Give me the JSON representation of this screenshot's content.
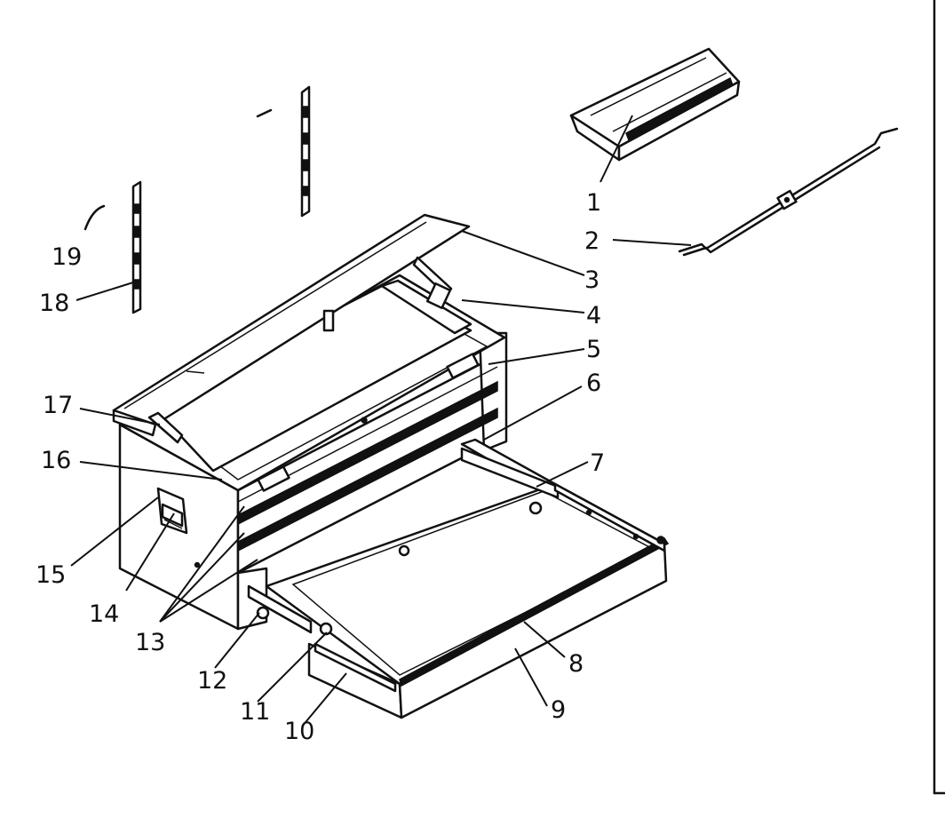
{
  "diagram": {
    "callouts": [
      {
        "id": "1",
        "label": "1"
      },
      {
        "id": "2",
        "label": "2"
      },
      {
        "id": "3",
        "label": "3"
      },
      {
        "id": "4",
        "label": "4"
      },
      {
        "id": "5",
        "label": "5"
      },
      {
        "id": "6",
        "label": "6"
      },
      {
        "id": "7",
        "label": "7"
      },
      {
        "id": "8",
        "label": "8"
      },
      {
        "id": "9",
        "label": "9"
      },
      {
        "id": "10",
        "label": "10"
      },
      {
        "id": "11",
        "label": "11"
      },
      {
        "id": "12",
        "label": "12"
      },
      {
        "id": "13",
        "label": "13"
      },
      {
        "id": "14",
        "label": "14"
      },
      {
        "id": "15",
        "label": "15"
      },
      {
        "id": "16",
        "label": "16"
      },
      {
        "id": "17",
        "label": "17"
      },
      {
        "id": "18",
        "label": "18"
      },
      {
        "id": "19",
        "label": "19"
      }
    ]
  },
  "colors": {
    "ink": "#111111",
    "paper": "#ffffff"
  }
}
